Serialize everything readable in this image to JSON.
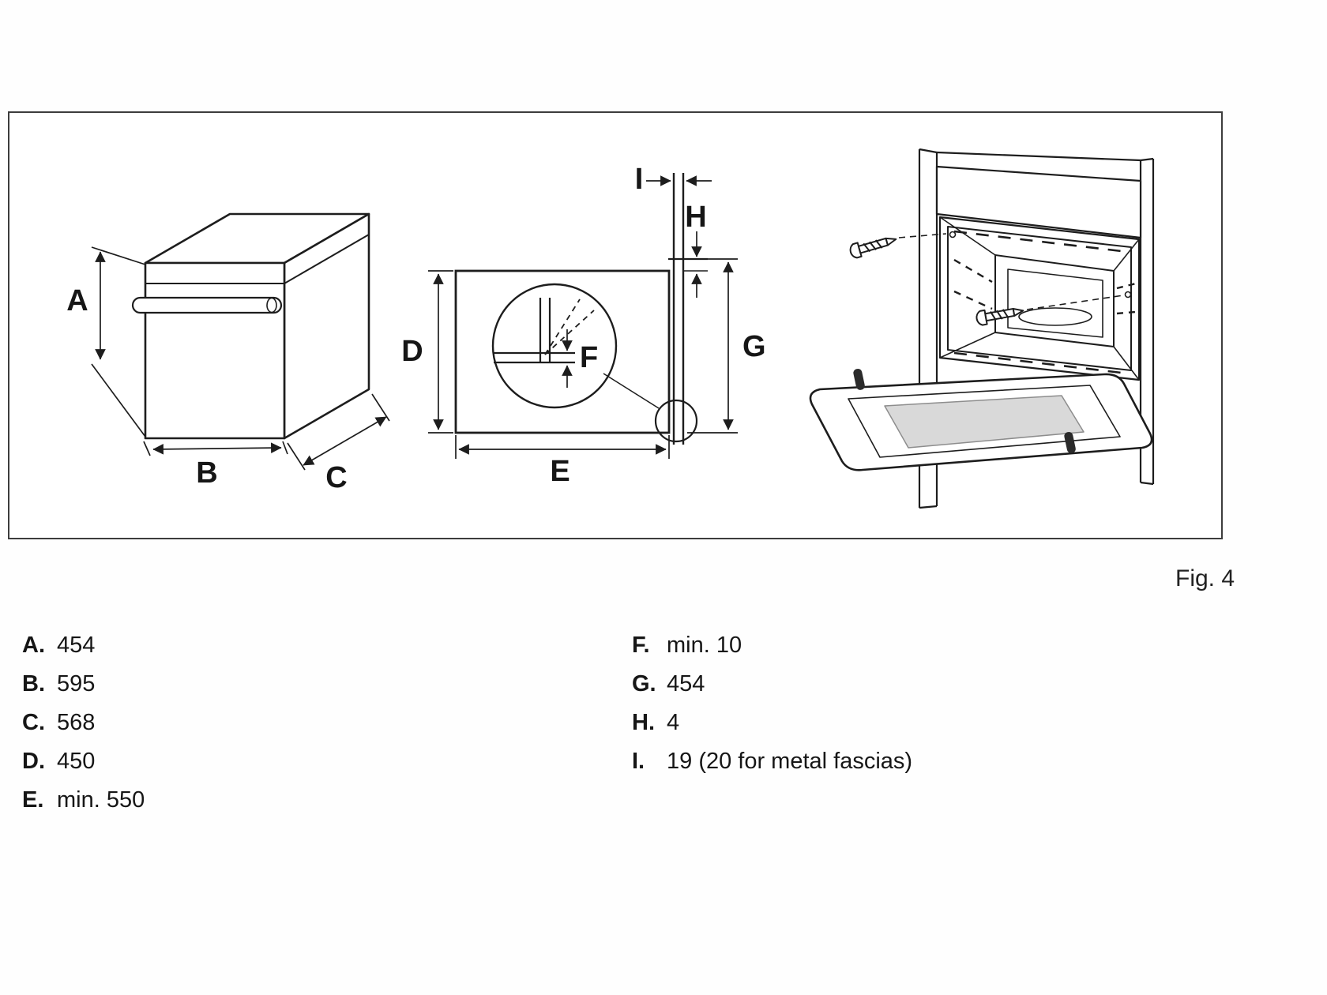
{
  "figure": {
    "caption": "Fig. 4"
  },
  "diagram": {
    "labels": {
      "A": "A",
      "B": "B",
      "C": "C",
      "D": "D",
      "E": "E",
      "F": "F",
      "G": "G",
      "H": "H",
      "I": "I"
    }
  },
  "legend": {
    "left": [
      {
        "key": "A.",
        "value": "454"
      },
      {
        "key": "B.",
        "value": "595"
      },
      {
        "key": "C.",
        "value": "568"
      },
      {
        "key": "D.",
        "value": "450"
      },
      {
        "key": "E.",
        "value": "min. 550"
      }
    ],
    "right": [
      {
        "key": "F.",
        "value": "min. 10"
      },
      {
        "key": "G.",
        "value": "454"
      },
      {
        "key": "H.",
        "value": "4"
      },
      {
        "key": "I.",
        "value": "19 (20 for metal fascias)"
      }
    ]
  }
}
